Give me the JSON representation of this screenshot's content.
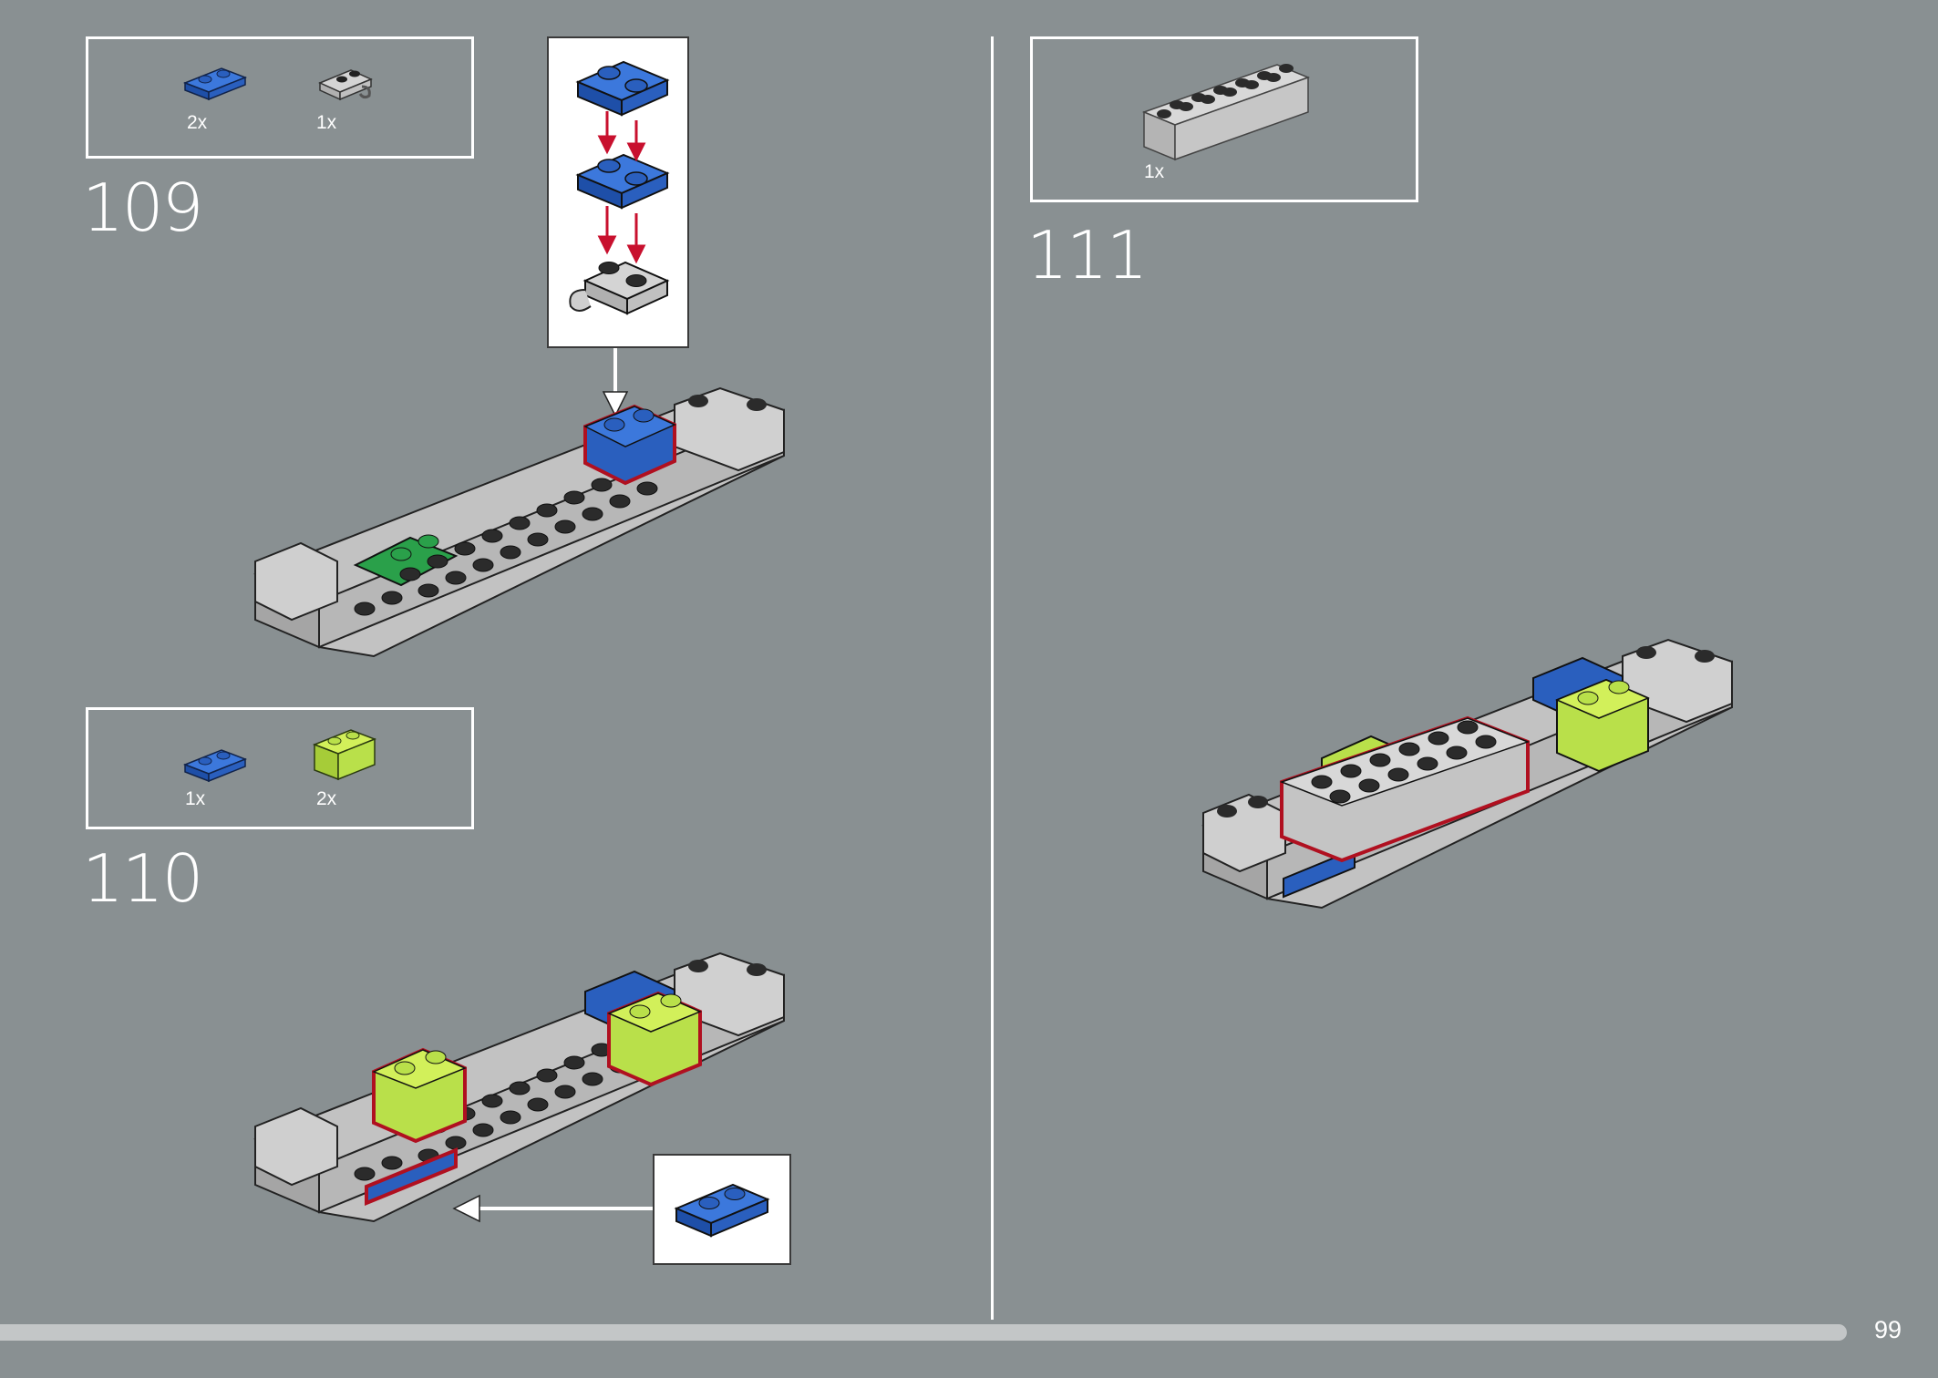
{
  "steps": [
    {
      "number": "109",
      "parts": [
        {
          "qty": "2x",
          "icon": "blue-plate-1x2-icon",
          "color": "#2a63c4"
        },
        {
          "qty": "1x",
          "icon": "gray-clip-plate-icon",
          "color": "#b5b5b5"
        }
      ]
    },
    {
      "number": "110",
      "parts": [
        {
          "qty": "1x",
          "icon": "blue-plate-1x2-icon",
          "color": "#2a63c4"
        },
        {
          "qty": "2x",
          "icon": "lime-brick-1x2-icon",
          "color": "#b9e04a"
        }
      ]
    },
    {
      "number": "111",
      "parts": [
        {
          "qty": "1x",
          "icon": "gray-brick-1x6-icon",
          "color": "#c8c8c8"
        }
      ]
    }
  ],
  "page_number": "99",
  "colors": {
    "background": "#899092",
    "highlight": "#b01020",
    "arrow": "#c8102e",
    "stud_black": "#2b2b2b",
    "plate_gray": "#c2c2c2"
  }
}
